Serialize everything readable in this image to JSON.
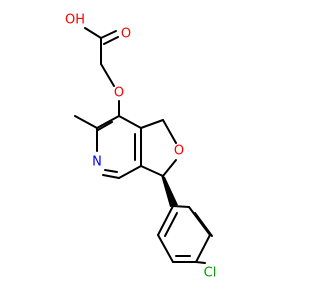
{
  "molecule": {
    "atoms": {
      "hydroxyl": "OH",
      "carbonyl_oxygen": "O",
      "ether_oxygen": "O",
      "pyridine_nitrogen": "N",
      "furan_oxygen": "O",
      "chlorine": "Cl"
    },
    "colors": {
      "bond": "#000000",
      "oxygen": "#ff0000",
      "nitrogen": "#0000ff",
      "chlorine": "#00a000"
    }
  }
}
